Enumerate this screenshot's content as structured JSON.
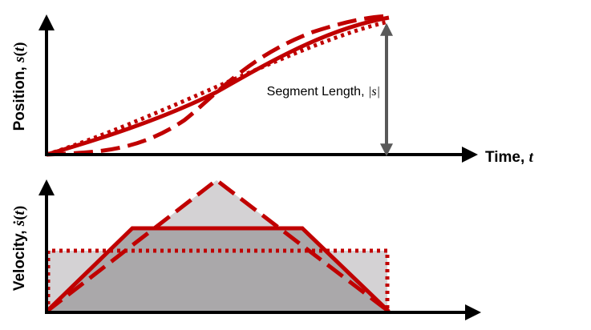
{
  "diagram": {
    "top_plot": {
      "y_axis_label": {
        "text": "Position, ",
        "symbol": "s",
        "paren_open": "(",
        "var": "t",
        "paren_close": ")"
      },
      "x_axis_label": {
        "text": "Time, ",
        "var": "t"
      },
      "annotation": {
        "text": "Segment Length, ",
        "symbol": "|s|"
      }
    },
    "bottom_plot": {
      "y_axis_label": {
        "text": "Velocity, ",
        "symbol": "ṡ",
        "paren_open": "(",
        "var": "t",
        "paren_close": ")"
      }
    },
    "colors": {
      "curve": "#c00000",
      "axis": "#000000",
      "arrow": "#595959",
      "fill_light": "#d4d2d4",
      "fill_dark": "#aaa8aa"
    }
  }
}
